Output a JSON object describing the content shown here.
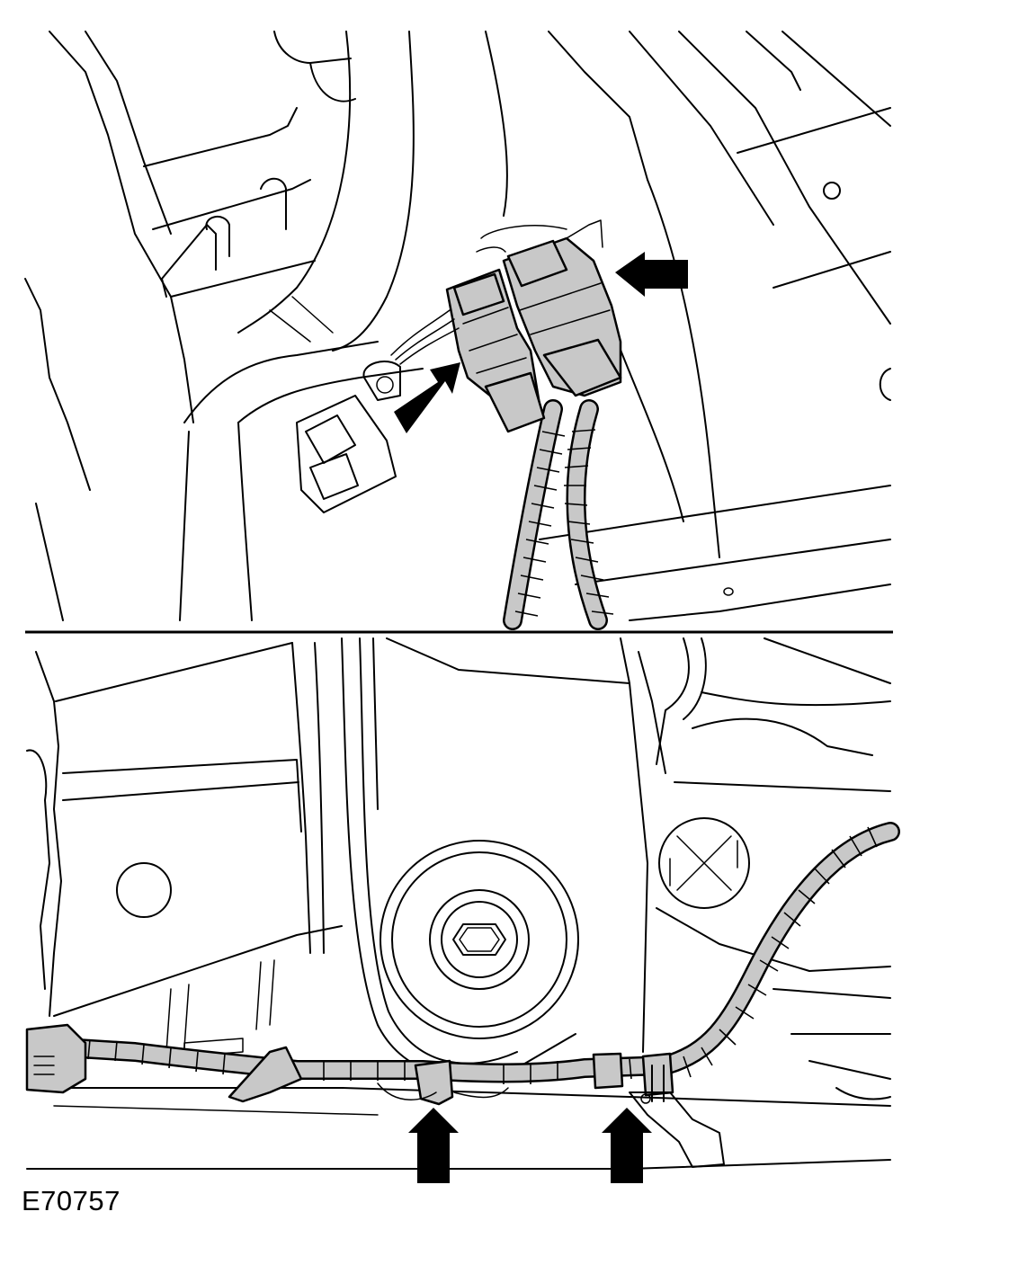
{
  "figure": {
    "reference": "E70757",
    "panels": [
      {
        "id": "upper",
        "callouts": 2,
        "subject": "electrical-connectors"
      },
      {
        "id": "lower",
        "callouts": 2,
        "subject": "wiring-harness-clips"
      }
    ]
  },
  "colors": {
    "line": "#000000",
    "part_fill": "#c8c8c8",
    "background": "#ffffff"
  }
}
